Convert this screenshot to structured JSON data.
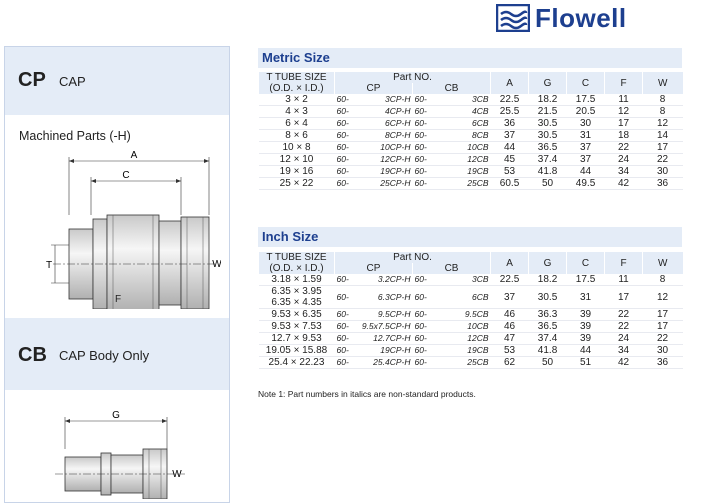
{
  "brand": {
    "name": "Flowell",
    "color": "#1d3f8f"
  },
  "left": {
    "cp": {
      "code": "CP",
      "name": "CAP"
    },
    "sub_label": "Machined Parts (-H)",
    "cb": {
      "code": "CB",
      "name": "CAP Body Only"
    },
    "cp_dims": {
      "a": "A",
      "c": "C",
      "t": "T",
      "w": "W",
      "f": "F"
    },
    "cb_dims": {
      "g": "G",
      "w": "W"
    }
  },
  "headers": {
    "tube_line1": "T TUBE SIZE",
    "tube_line2": "(O.D. × I.D.)",
    "part_no": "Part NO.",
    "cp": "CP",
    "cb": "CB",
    "a": "A",
    "g": "G",
    "c": "C",
    "f": "F",
    "w": "W"
  },
  "metric": {
    "title": "Metric Size",
    "rows": [
      {
        "tube": "3 × 2",
        "cp_pfx": "60-",
        "cp": "3CP-H",
        "cb_pfx": "60-",
        "cb": "3CB",
        "a": "22.5",
        "g": "18.2",
        "c": "17.5",
        "f": "11",
        "w": "8"
      },
      {
        "tube": "4 × 3",
        "cp_pfx": "60-",
        "cp": "4CP-H",
        "cb_pfx": "60-",
        "cb": "4CB",
        "a": "25.5",
        "g": "21.5",
        "c": "20.5",
        "f": "12",
        "w": "8"
      },
      {
        "tube": "6 × 4",
        "cp_pfx": "60-",
        "cp": "6CP-H",
        "cb_pfx": "60-",
        "cb": "6CB",
        "a": "36",
        "g": "30.5",
        "c": "30",
        "f": "17",
        "w": "12"
      },
      {
        "tube": "8 × 6",
        "cp_pfx": "60-",
        "cp": "8CP-H",
        "cb_pfx": "60-",
        "cb": "8CB",
        "a": "37",
        "g": "30.5",
        "c": "31",
        "f": "18",
        "w": "14"
      },
      {
        "tube": "10 × 8",
        "cp_pfx": "60-",
        "cp": "10CP-H",
        "cb_pfx": "60-",
        "cb": "10CB",
        "a": "44",
        "g": "36.5",
        "c": "37",
        "f": "22",
        "w": "17"
      },
      {
        "tube": "12 × 10",
        "cp_pfx": "60-",
        "cp": "12CP-H",
        "cb_pfx": "60-",
        "cb": "12CB",
        "a": "45",
        "g": "37.4",
        "c": "37",
        "f": "24",
        "w": "22"
      },
      {
        "tube": "19 × 16",
        "cp_pfx": "60-",
        "cp": "19CP-H",
        "cb_pfx": "60-",
        "cb": "19CB",
        "a": "53",
        "g": "41.8",
        "c": "44",
        "f": "34",
        "w": "30"
      },
      {
        "tube": "25 × 22",
        "cp_pfx": "60-",
        "cp": "25CP-H",
        "cb_pfx": "60-",
        "cb": "25CB",
        "a": "60.5",
        "g": "50",
        "c": "49.5",
        "f": "42",
        "w": "36"
      }
    ]
  },
  "inch": {
    "title": "Inch Size",
    "rows": [
      {
        "tube": "3.18 × 1.59",
        "tube2": "",
        "cp_pfx": "60-",
        "cp": "3.2CP-H",
        "cb_pfx": "60-",
        "cb": "3CB",
        "a": "22.5",
        "g": "18.2",
        "c": "17.5",
        "f": "11",
        "w": "8"
      },
      {
        "tube": "6.35 × 3.95",
        "tube2": "6.35 × 4.35",
        "cp_pfx": "60-",
        "cp": "6.3CP-H",
        "cb_pfx": "60-",
        "cb": "6CB",
        "a": "37",
        "g": "30.5",
        "c": "31",
        "f": "17",
        "w": "12"
      },
      {
        "tube": "9.53 × 6.35",
        "tube2": "",
        "cp_pfx": "60-",
        "cp": "9.5CP-H",
        "cb_pfx": "60-",
        "cb": "9.5CB",
        "a": "46",
        "g": "36.3",
        "c": "39",
        "f": "22",
        "w": "17"
      },
      {
        "tube": "9.53 × 7.53",
        "tube2": "",
        "cp_pfx": "60-",
        "cp": "9.5x7.5CP-H",
        "cb_pfx": "60-",
        "cb": "10CB",
        "a": "46",
        "g": "36.5",
        "c": "39",
        "f": "22",
        "w": "17"
      },
      {
        "tube": "12.7 × 9.53",
        "tube2": "",
        "cp_pfx": "60-",
        "cp": "12.7CP-H",
        "cb_pfx": "60-",
        "cb": "12CB",
        "a": "47",
        "g": "37.4",
        "c": "39",
        "f": "24",
        "w": "22"
      },
      {
        "tube": "19.05 × 15.88",
        "tube2": "",
        "cp_pfx": "60-",
        "cp": "19CP-H",
        "cb_pfx": "60-",
        "cb": "19CB",
        "a": "53",
        "g": "41.8",
        "c": "44",
        "f": "34",
        "w": "30"
      },
      {
        "tube": "25.4 × 22.23",
        "tube2": "",
        "cp_pfx": "60-",
        "cp": "25.4CP-H",
        "cb_pfx": "60-",
        "cb": "25CB",
        "a": "62",
        "g": "50",
        "c": "51",
        "f": "42",
        "w": "36"
      }
    ]
  },
  "note": "Note 1: Part numbers in italics are non-standard  products."
}
